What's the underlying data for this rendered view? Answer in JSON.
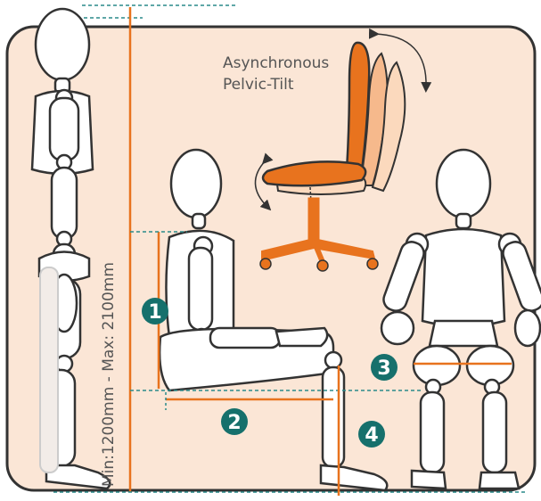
{
  "colors": {
    "panel_bg": "#fbe6d6",
    "panel_border": "#333333",
    "accent_orange": "#e8731e",
    "guide_teal": "#2a8a8a",
    "badge_teal": "#16706c",
    "mannequin_fill": "#ffffff",
    "mannequin_stroke": "#333333"
  },
  "callout": {
    "title_line1": "Asynchronous",
    "title_line2": "Pelvic-Tilt"
  },
  "height_range_label": "Min:1200mm - Max: 2100mm",
  "badges": [
    {
      "number": "1"
    },
    {
      "number": "2"
    },
    {
      "number": "3"
    },
    {
      "number": "4"
    }
  ]
}
